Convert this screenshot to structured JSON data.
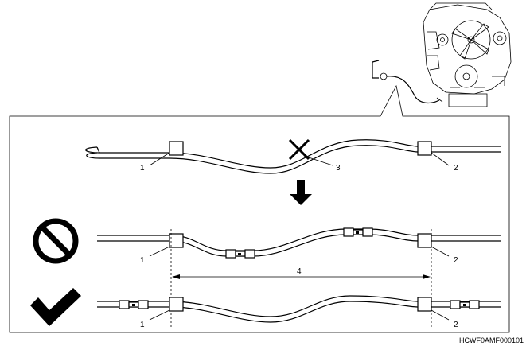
{
  "figure_code": "HCWF0AMF000101",
  "callouts": {
    "clamp_left": "1",
    "clamp_right": "2",
    "no_repair_point": "3",
    "no_repair_zone": "4"
  },
  "icons": {
    "prohibited": "prohibited-icon",
    "correct": "checkmark-icon",
    "incorrect": "cross-mark-icon",
    "arrow": "down-arrow-icon",
    "engine": "engine-icon"
  }
}
